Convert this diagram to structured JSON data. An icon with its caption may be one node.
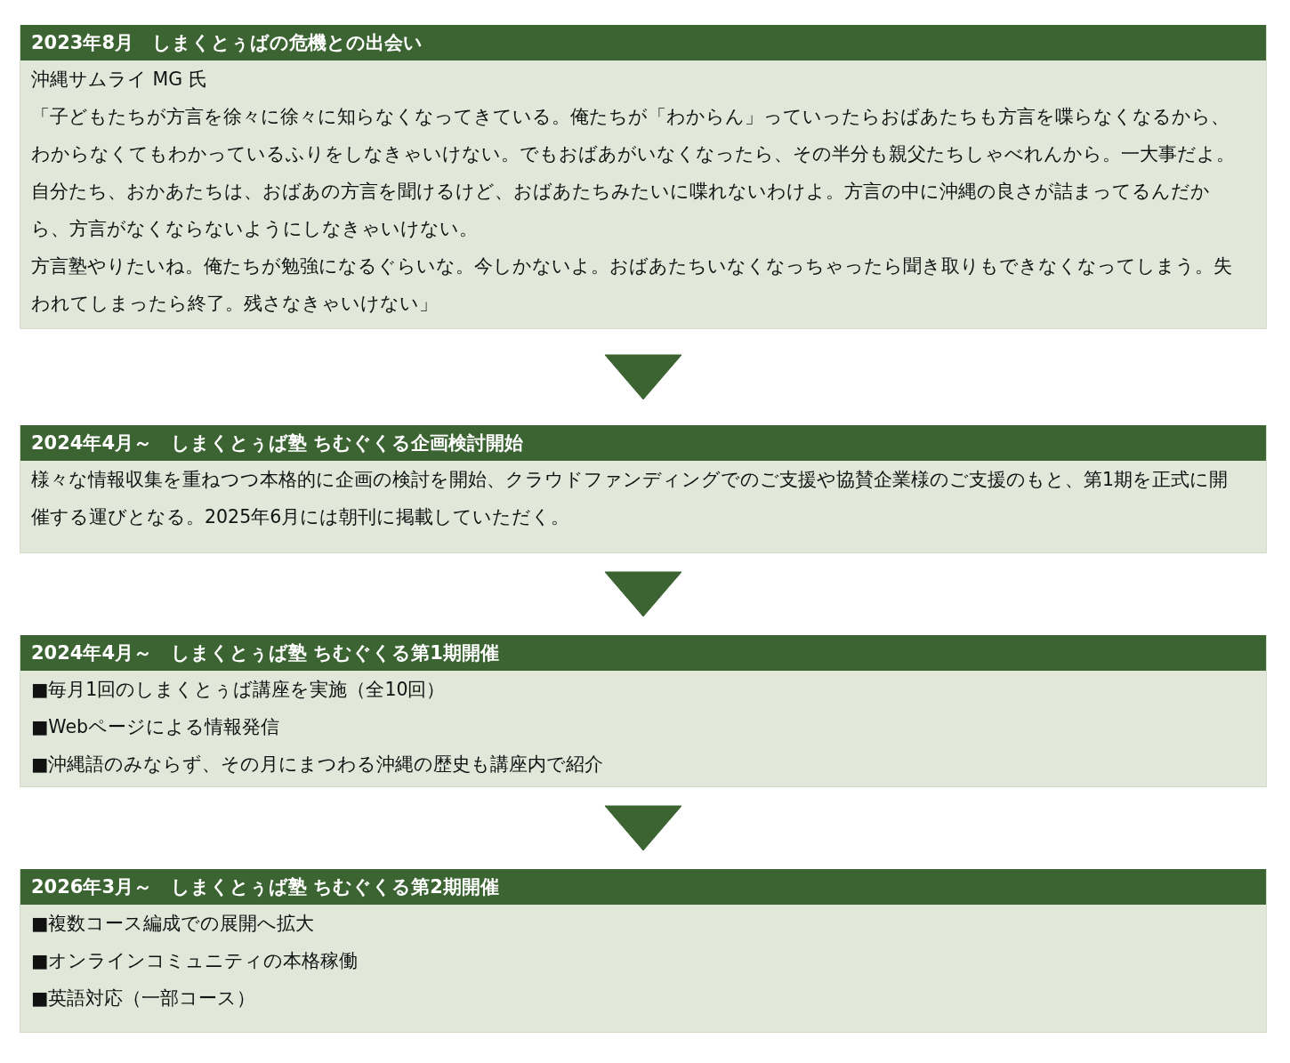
{
  "diagram": {
    "nodes": [
      {
        "text": [
          "2023年8月　しまくとぅばの危機との出会い",
          "沖縄サムライ MG 氏",
          "「子どもたちが方言を徐々に徐々に知らなくなってきている。俺たちが「わからん」っていったらおばあたちも方言を喋らなくなるから、わからなくてもわかっているふりをしなきゃいけない。でもおばあがいなくなったら、その半分も親父たちしゃべれんから。一大事だよ。自分たち、おかあたちは、おばあの方言を聞けるけど、おばあたちみたいに喋れないわけよ。方言の中に沖縄の良さが詰まってるんだから、方言がなくならないようにしなきゃいけない。",
          "方言塾やりたいね。俺たちが勉強になるぐらいな。今しかないよ。おばあたちいなくなっちゃったら聞き取りもできなくなってしまう。失われてしまったら終了。残さなきゃいけない」"
        ]
      },
      {
        "text": [
          "2024年4月～　しまくとぅば塾 ちむぐくる企画検討開始",
          "様々な情報収集を重ねつつ本格的に企画の検討を開始、クラウドファンディングでのご支援や協賛企業様のご支援のもと、第1期を正式に開催する運びとなる。2025年6月には朝刊に掲載していただく。"
        ]
      },
      {
        "text": [
          "2024年4月～　しまくとぅば塾 ちむぐくる第1期開催",
          "■毎月1回のしまくとぅば講座を実施（全10回）",
          "■Webページによる情報発信",
          "■沖縄語のみならず、その月にまつわる沖縄の歴史も講座内で紹介"
        ]
      },
      {
        "text": [
          "2026年3月～　しまくとぅば塾 ちむぐくる第2期開催",
          "■複数コース編成での展開へ拡大",
          "■オンラインコミュニティの本格稼働",
          "■英語対応（一部コース）"
        ]
      }
    ],
    "edges": [
      {
        "from": 0,
        "to": 1,
        "arrow": "to"
      },
      {
        "from": 1,
        "to": 2,
        "arrow": "to"
      },
      {
        "from": 2,
        "to": 3,
        "arrow": "to"
      }
    ]
  }
}
